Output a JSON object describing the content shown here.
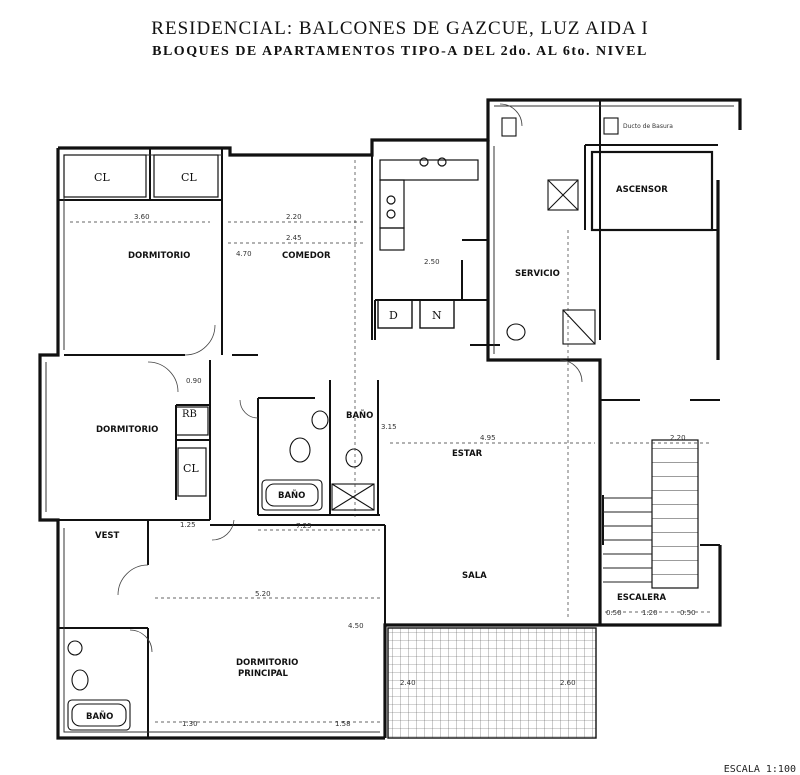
{
  "header": {
    "title": "RESIDENCIAL: BALCONES DE GAZCUE, LUZ AIDA I",
    "subtitle": "BLOQUES DE APARTAMENTOS TIPO-A DEL 2do. AL 6to. NIVEL"
  },
  "footer": {
    "scale": "ESCALA 1:100"
  },
  "rooms": {
    "dormitorio_1": "DORMITORIO",
    "comedor": "COMEDOR",
    "servicio": "SERVICIO",
    "ascensor": "ASCENSOR",
    "dormitorio_2": "DORMITORIO",
    "estar": "ESTAR",
    "sala": "SALA",
    "escalera": "ESCALERA",
    "vest": "VEST",
    "dormitorio_principal_1": "DORMITORIO",
    "dormitorio_principal_2": "PRINCIPAL",
    "bano_1": "BAÑO",
    "bano_2": "BAÑO",
    "bano_3": "BAÑO",
    "ducto": "Ducto de Basura"
  },
  "fixtures": {
    "cl_1": "CL",
    "cl_2": "CL",
    "cl_3": "CL",
    "rb": "RB",
    "dryer": "D",
    "washer": "N"
  },
  "dimensions": {
    "d_360": "3.60",
    "d_220": "2.20",
    "d_245": "2.45",
    "d_470": "4.70",
    "d_495": "4.95",
    "d_220b": "2.20",
    "d_725": "7.25",
    "d_520": "5.20",
    "d_450": "4.50",
    "d_125": "1.25",
    "d_130": "1.30",
    "d_158": "1.58",
    "d_050a": "0.50",
    "d_120": "1.20",
    "d_050b": "0.50",
    "d_260": "2.60",
    "d_240": "2.40",
    "d_090": "0.90",
    "d_315": "3.15",
    "d_250": "2.50"
  }
}
